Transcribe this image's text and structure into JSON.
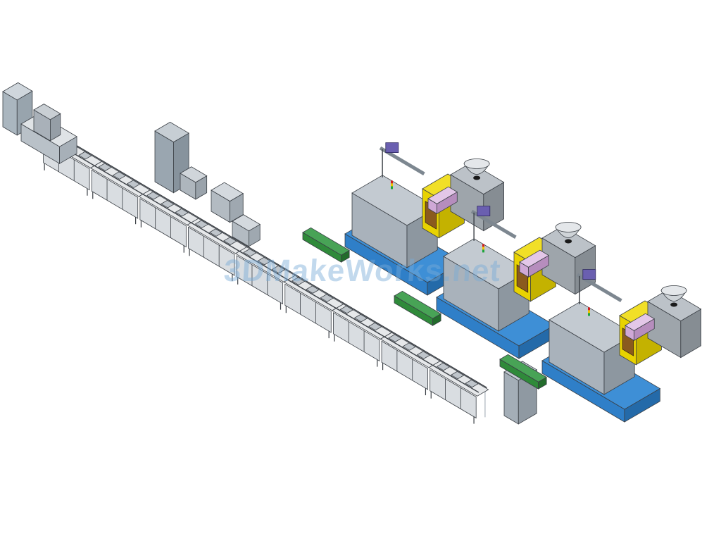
{
  "watermark": {
    "text": "3DMakeWorks.net"
  },
  "colors": {
    "background": "#ffffff",
    "frame": "#9aa4ae",
    "frame_dark": "#3a3f45",
    "panel": "#d9dde1",
    "machine_body": "#a9b2bb",
    "machine_body_light": "#c3cad1",
    "machine_yellow": "#e8d200",
    "machine_base_blue": "#2f7fc8",
    "robot_purple": "#6a5fb0",
    "belt_green": "#2f8a3a",
    "hopper_gray": "#cfd4d8"
  },
  "scene": {
    "molding_machines": [
      {
        "id": "machine-1",
        "icon": "injection-molding-machine-icon"
      },
      {
        "id": "machine-2",
        "icon": "injection-molding-machine-icon"
      },
      {
        "id": "machine-3",
        "icon": "injection-molding-machine-icon"
      }
    ],
    "stations": [
      {
        "id": "loading-station",
        "icon": "enclosure-icon"
      },
      {
        "id": "assembly-station",
        "icon": "enclosure-icon"
      },
      {
        "id": "end-cabinet",
        "icon": "cabinet-icon"
      }
    ]
  }
}
